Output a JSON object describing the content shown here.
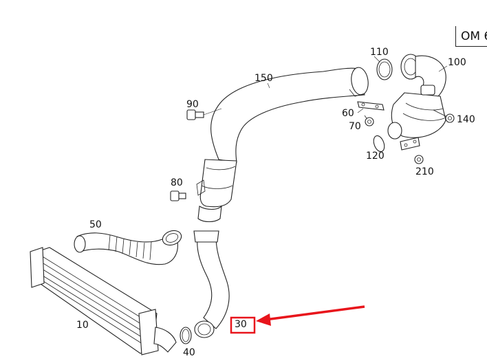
{
  "header_code": "OM 6",
  "labels": {
    "p10": "10",
    "p30": "30",
    "p40": "40",
    "p50": "50",
    "p60": "60",
    "p70": "70",
    "p80": "80",
    "p90": "90",
    "p100": "100",
    "p110": "110",
    "p120": "120",
    "p140": "140",
    "p150": "150",
    "p210": "210"
  },
  "highlight": {
    "part": "30",
    "color": "#e8141b"
  }
}
